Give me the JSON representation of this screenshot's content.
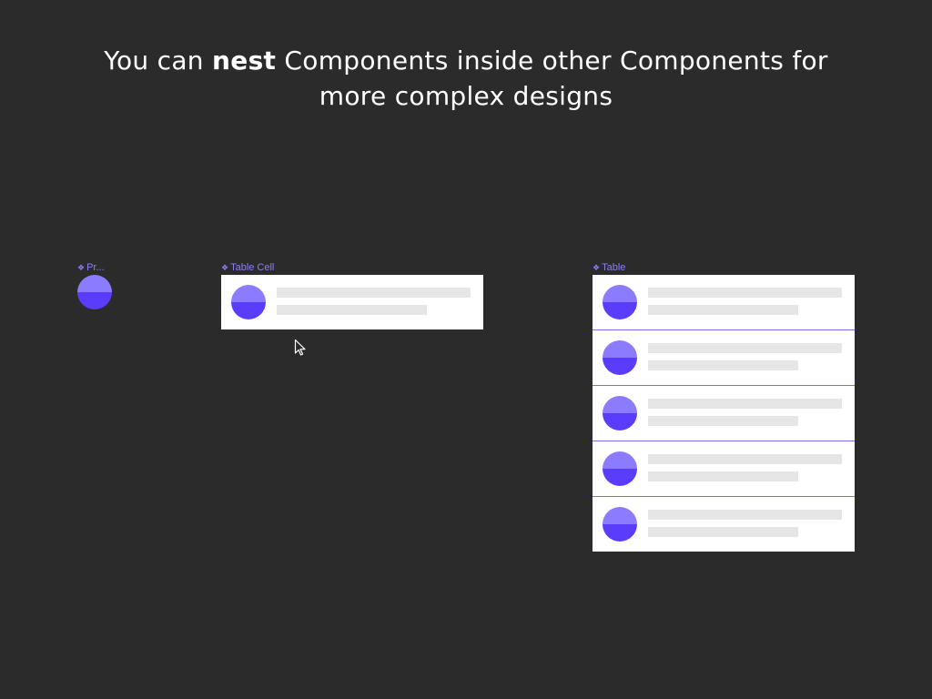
{
  "headline": {
    "prefix": "You can ",
    "bold": "nest",
    "suffix_line1": " Components inside other Components for",
    "line2": "more complex designs"
  },
  "components": {
    "primitive": {
      "label": "Pr..."
    },
    "table_cell": {
      "label": "Table Cell"
    },
    "table": {
      "label": "Table",
      "row_count": 5
    }
  },
  "colors": {
    "canvas": "#2b2b2b",
    "accent_light": "#8a7bff",
    "accent_dark": "#5a3dfc",
    "placeholder": "#e6e6e6"
  },
  "icons": {
    "component": "diamond-icon",
    "cursor": "pointer-cursor-icon"
  }
}
